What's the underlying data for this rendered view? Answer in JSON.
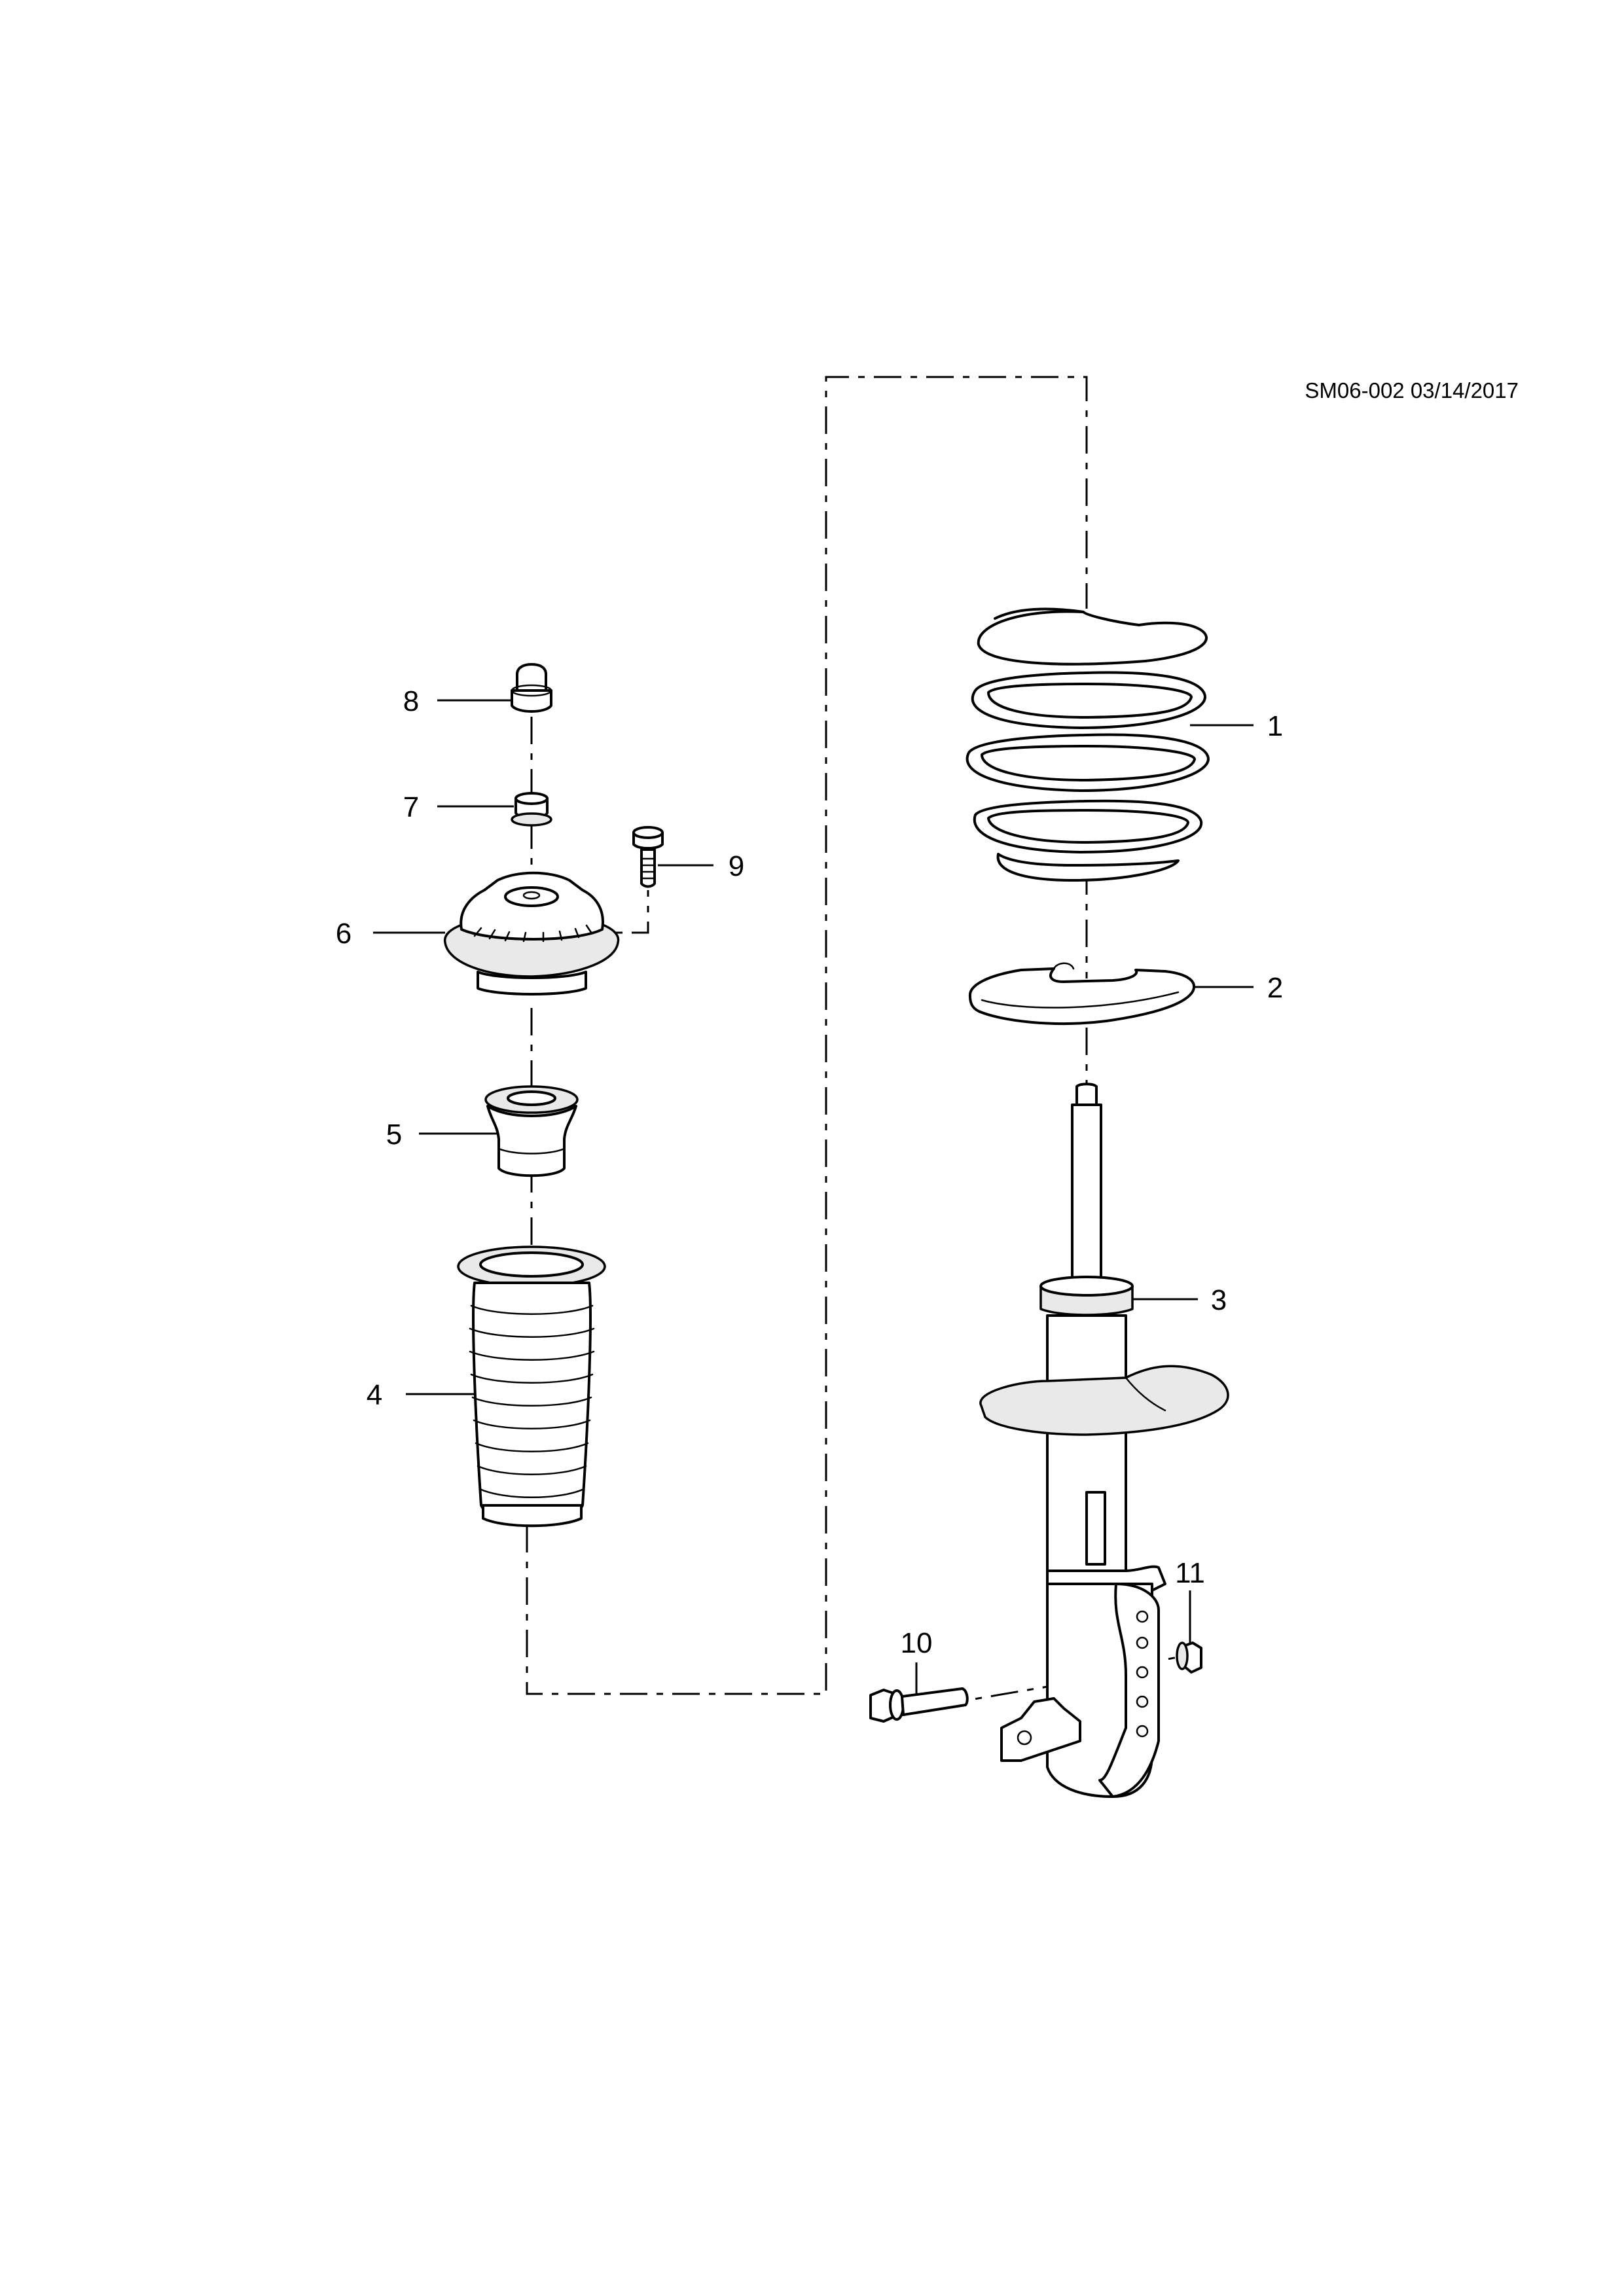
{
  "header": {
    "reference": "SM06-002 03/14/2017"
  },
  "callouts": {
    "c1": "1",
    "c2": "2",
    "c3": "3",
    "c4": "4",
    "c5": "5",
    "c6": "6",
    "c7": "7",
    "c8": "8",
    "c9": "9",
    "c10": "10",
    "c11": "11"
  },
  "icons": [
    "coil-spring-icon",
    "spring-seat-icon",
    "strut-assembly-icon",
    "dust-boot-icon",
    "bump-stop-icon",
    "strut-mount-icon",
    "strut-nut-icon",
    "dust-cap-icon",
    "mount-bolt-icon",
    "strut-bolt-icon",
    "strut-nut-small-icon"
  ]
}
